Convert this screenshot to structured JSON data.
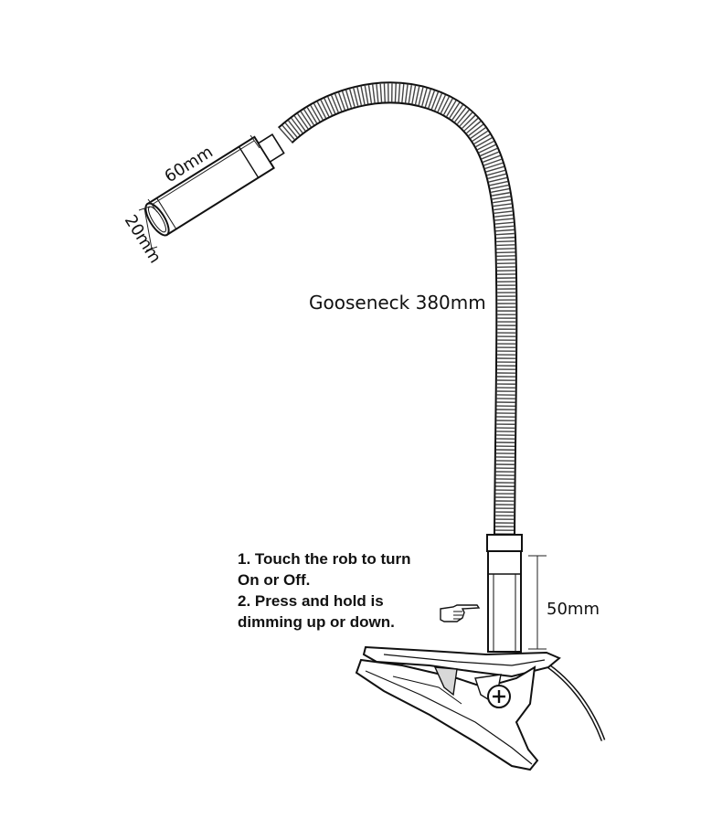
{
  "labels": {
    "gooseneck": "Gooseneck 380mm",
    "head_length": "60mm",
    "head_diameter": "20mm",
    "base_height": "50mm"
  },
  "instructions": [
    "1. Touch the rob to turn",
    "On or Off.",
    "2. Press and hold is",
    "dimming up or down."
  ],
  "icons": {
    "pointer": "pointing-hand-icon",
    "screw": "screw-icon"
  }
}
